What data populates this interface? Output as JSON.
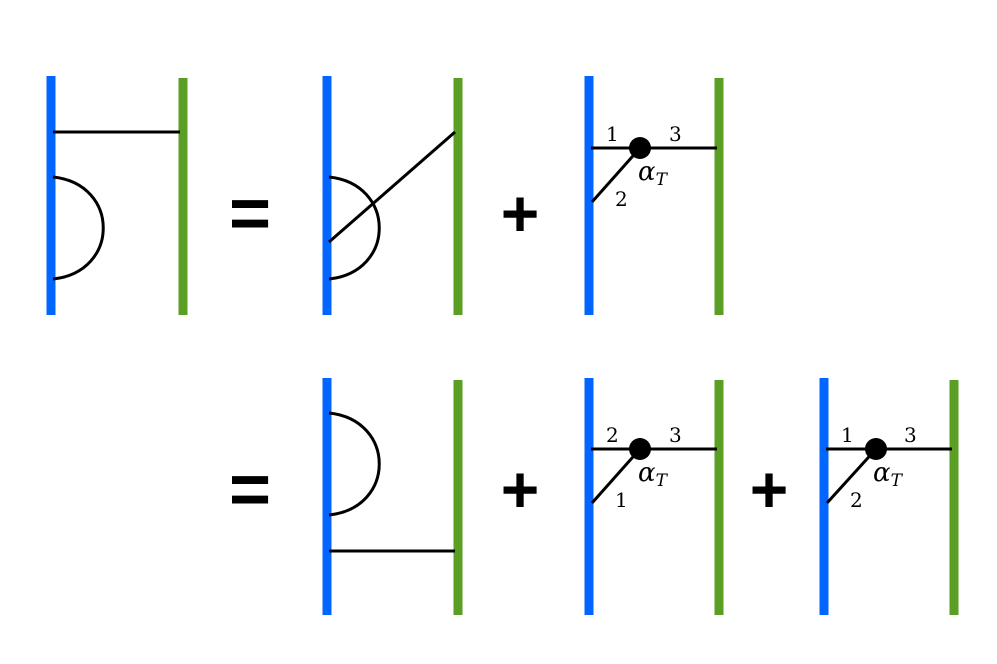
{
  "colors": {
    "left_line": "#0066ff",
    "right_line": "#5a9e23",
    "ink": "#000000"
  },
  "operators": {
    "equals": "=",
    "plus": "+"
  },
  "vertex": {
    "alpha": "α",
    "subscript": "T"
  },
  "labels": {
    "top_vertex_term": {
      "a": "1",
      "b": "2",
      "c": "3"
    },
    "bottom_vertex_term_1": {
      "a": "2",
      "b": "1",
      "c": "3"
    },
    "bottom_vertex_term_2": {
      "a": "1",
      "b": "2",
      "c": "3"
    }
  }
}
